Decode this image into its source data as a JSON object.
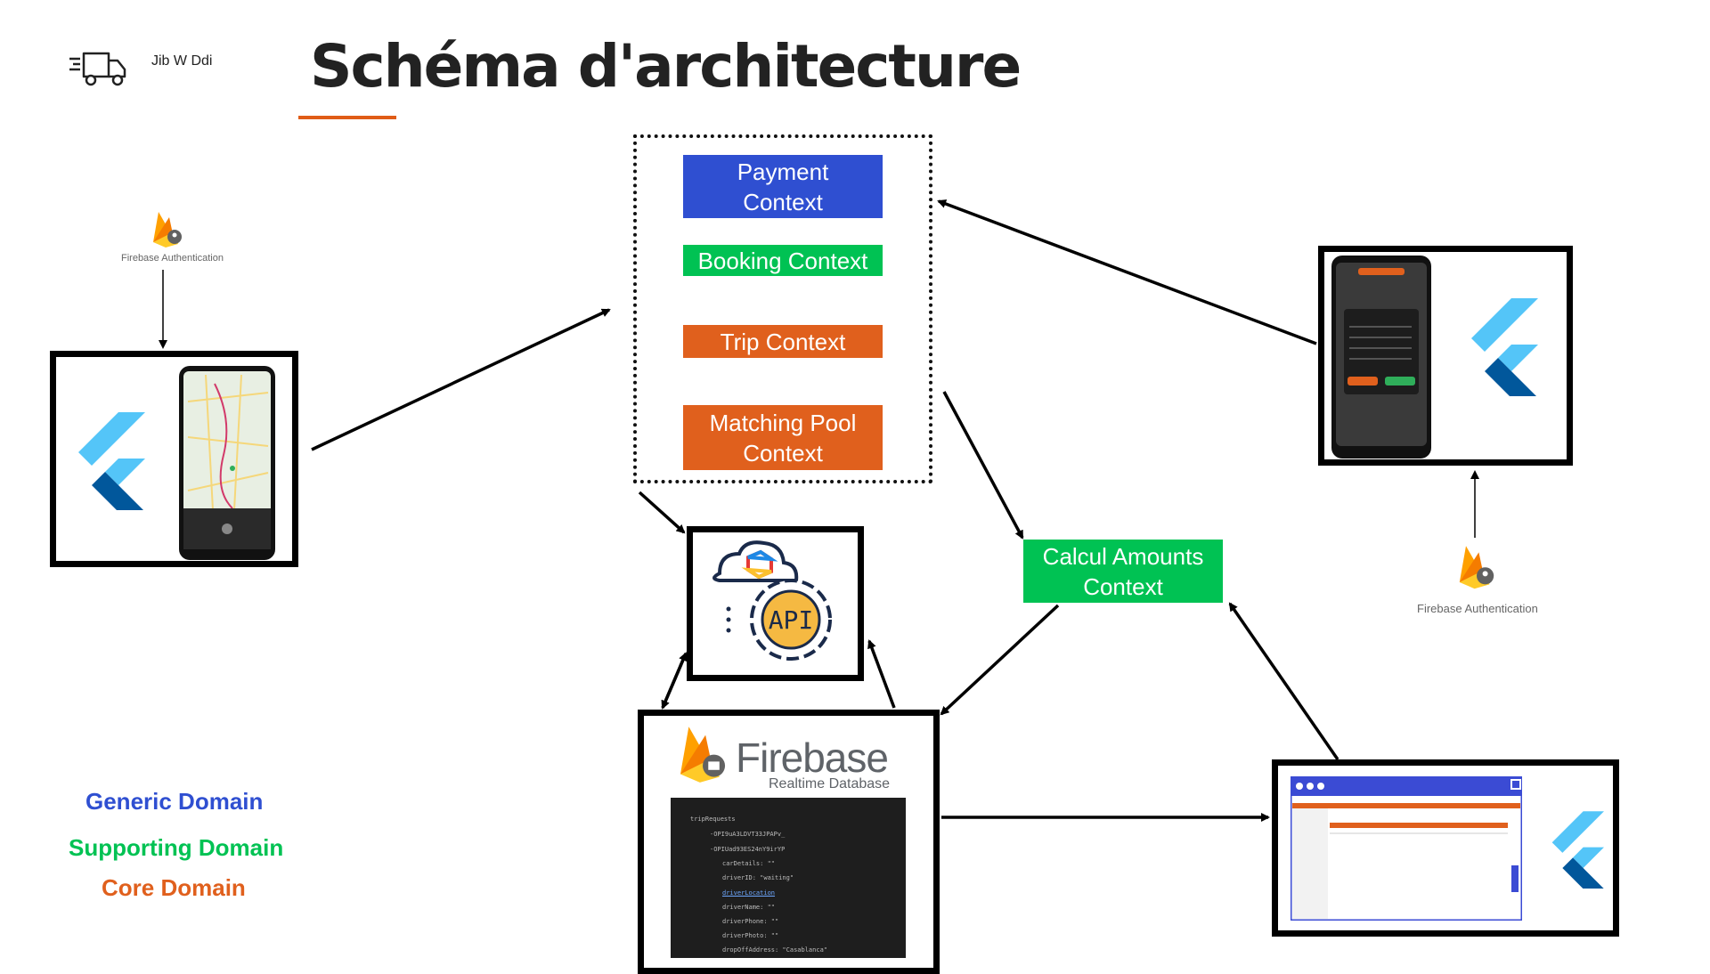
{
  "header": {
    "brand": "Jib W Ddi",
    "title": "Schéma d'architecture"
  },
  "contexts": {
    "payment": "Payment\nContext",
    "booking": "Booking Context",
    "trip": "Trip Context",
    "matching": "Matching Pool\nContext",
    "calcul": "Calcul Amounts\nContext"
  },
  "auth": {
    "left_label": "Firebase Authentication",
    "right_label": "Firebase Authentication"
  },
  "firebase": {
    "name": "Firebase",
    "subtitle": "Realtime Database",
    "db_lines": [
      "tripRequests",
      "-OPI9uA3LDVT33JPAPv_",
      "-OPIUad93ES24nY9irYP",
      "carDetails: \"\"",
      "driverID: \"waiting\"",
      "driverLocation",
      "driverName: \"\"",
      "driverPhone: \"\"",
      "driverPhoto: \"\"",
      "dropOffAddress: \"Casablanca\""
    ]
  },
  "api": {
    "label": "API"
  },
  "legend": {
    "generic": "Generic Domain",
    "supporting": "Supporting Domain",
    "core": "Core Domain"
  },
  "colors": {
    "generic": "#2f4fd1",
    "supporting": "#00c253",
    "core": "#e0601d",
    "accent_underline": "#e05c16",
    "flutter_light": "#54c5f8",
    "flutter_dark": "#01579b"
  },
  "icons": [
    "delivery-truck-icon",
    "firebase-auth-icon",
    "flutter-logo-icon",
    "cloud-api-gear-icon",
    "firebase-logo-icon"
  ]
}
